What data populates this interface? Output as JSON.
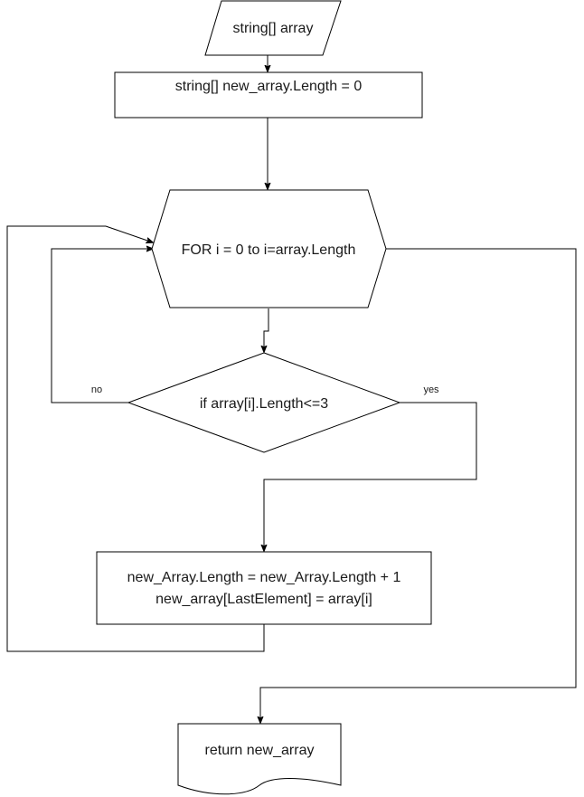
{
  "diagram": {
    "type": "flowchart",
    "nodes": {
      "input": {
        "shape": "parallelogram",
        "text": "string[] array"
      },
      "init": {
        "shape": "rectangle",
        "text": "string[] new_array.Length = 0"
      },
      "loop": {
        "shape": "hexagon",
        "text": "FOR i = 0 to i=array.Length"
      },
      "condition": {
        "shape": "diamond",
        "text": "if array[i].Length<=3"
      },
      "append": {
        "shape": "rectangle",
        "line1": "new_Array.Length = new_Array.Length + 1",
        "line2": "new_array[LastElement] = array[i]"
      },
      "output": {
        "shape": "document",
        "text": "return new_array"
      }
    },
    "edge_labels": {
      "no": "no",
      "yes": "yes"
    }
  }
}
